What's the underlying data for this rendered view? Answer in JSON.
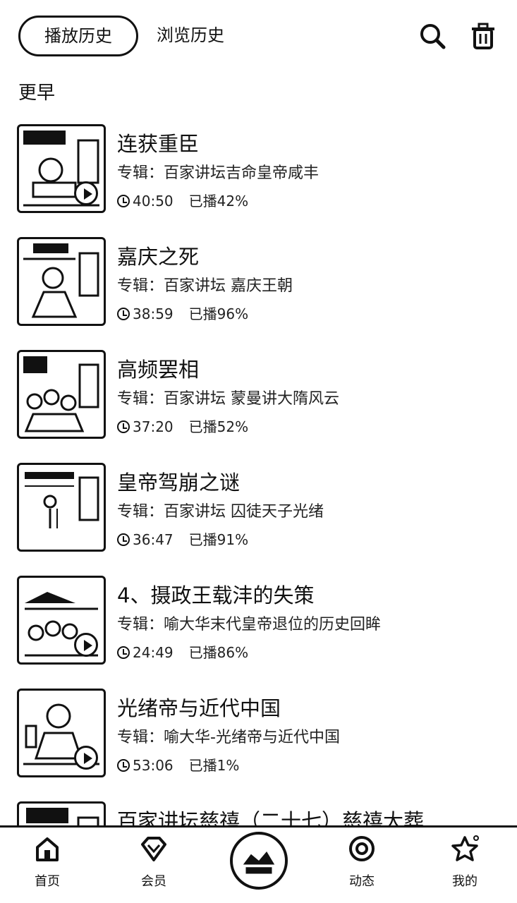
{
  "header": {
    "tab_active": "播放历史",
    "tab_inactive": "浏览历史",
    "search_icon": "search-icon",
    "trash_icon": "trash-icon"
  },
  "section_title": "更早",
  "items": [
    {
      "title": "连获重臣",
      "album": "专辑：百家讲坛吉命皇帝咸丰",
      "duration": "40:50",
      "progress": "已播42%",
      "has_play_badge": true
    },
    {
      "title": "嘉庆之死",
      "album": "专辑：百家讲坛 嘉庆王朝",
      "duration": "38:59",
      "progress": "已播96%",
      "has_play_badge": false
    },
    {
      "title": "高频罢相",
      "album": "专辑：百家讲坛 蒙曼讲大隋风云",
      "duration": "37:20",
      "progress": "已播52%",
      "has_play_badge": false
    },
    {
      "title": "皇帝驾崩之谜",
      "album": "专辑：百家讲坛 囚徒天子光绪",
      "duration": "36:47",
      "progress": "已播91%",
      "has_play_badge": false
    },
    {
      "title": "4、摄政王载沣的失策",
      "album": "专辑：喻大华末代皇帝退位的历史回眸",
      "duration": "24:49",
      "progress": "已播86%",
      "has_play_badge": true
    },
    {
      "title": "光绪帝与近代中国",
      "album": "专辑：喻大华-光绪帝与近代中国",
      "duration": "53:06",
      "progress": "已播1%",
      "has_play_badge": true
    },
    {
      "title": "百家讲坛慈禧（二十七）慈禧大葬",
      "album": "",
      "duration": "",
      "progress": "",
      "has_play_badge": false
    }
  ],
  "nav": {
    "home": "首页",
    "vip": "会员",
    "feed": "动态",
    "mine": "我的"
  }
}
